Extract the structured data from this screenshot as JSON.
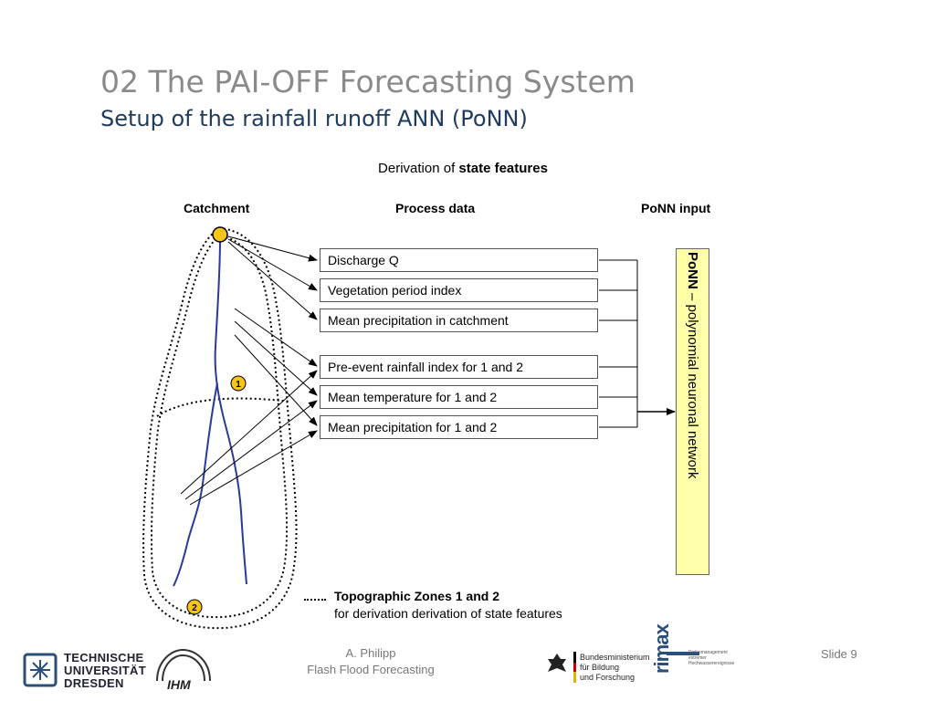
{
  "slide": {
    "title": "02 The PAI-OFF Forecasting System",
    "subtitle": "Setup of the rainfall runoff ANN (PoNN)"
  },
  "diagram": {
    "heading_prefix": "Derivation of ",
    "heading_bold": "state features",
    "columns": {
      "catchment": "Catchment",
      "process_data": "Process data",
      "ponn_input": "PoNN input"
    },
    "zone_labels": [
      "1",
      "2"
    ],
    "process_boxes": [
      "Discharge Q",
      "Vegetation period index",
      "Mean precipitation in catchment",
      "Pre-event rainfall index for 1 and 2",
      "Mean temperature for 1 and 2",
      "Mean precipitation for 1 and 2"
    ],
    "ponn_bold": "PoNN",
    "ponn_rest": " – polynomial neuronal network",
    "legend": {
      "title": "Topographic Zones 1 and 2",
      "subtitle": "for derivation derivation of state features"
    },
    "colors": {
      "outlet": "#f5c518",
      "river": "#2a3a9a",
      "ponn_fill": "#ffffaa",
      "title": "#8a8a8a",
      "subtitle": "#1f3b5c"
    }
  },
  "footer": {
    "author": "A. Philipp",
    "talk": "Flash Flood Forecasting",
    "slide_label": "Slide 9",
    "logos": {
      "tud": [
        "TECHNISCHE",
        "UNIVERSITÄT",
        "DRESDEN"
      ],
      "ihm": "IHM",
      "bmbf": [
        "Bundesministerium",
        "für Bildung",
        "und Forschung"
      ],
      "rimax": "rimax",
      "rimax_small": [
        "Risikomanagement",
        "extremer",
        "Hochwasserereignisse"
      ]
    }
  }
}
